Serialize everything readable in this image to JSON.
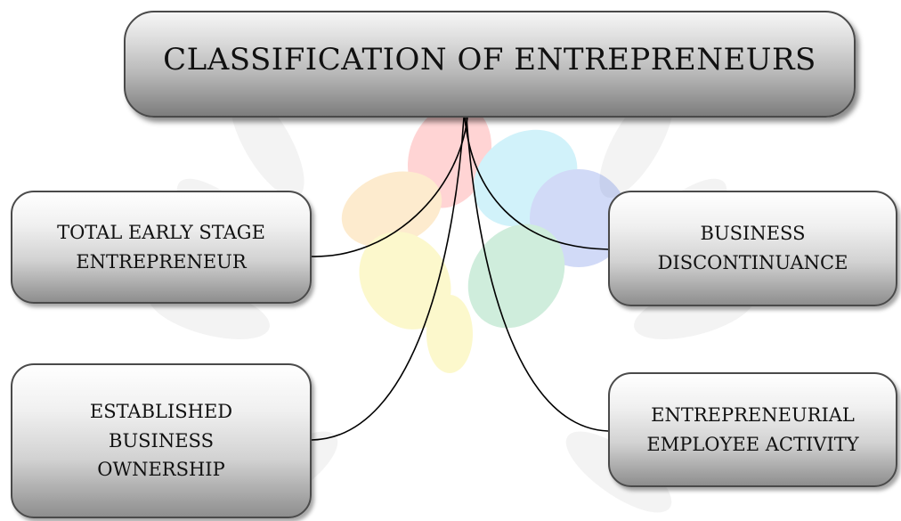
{
  "diagram": {
    "root": {
      "label": "CLASSIFICATION OF ENTREPRENEURS"
    },
    "children": [
      {
        "id": "tea",
        "line1": "TOTAL EARLY STAGE",
        "line2": "ENTREPRENEUR",
        "line3": ""
      },
      {
        "id": "bd",
        "line1": "BUSINESS",
        "line2": "DISCONTINUANCE",
        "line3": ""
      },
      {
        "id": "ebo",
        "line1": "ESTABLISHED",
        "line2": "BUSINESS",
        "line3": "OWNERSHIP"
      },
      {
        "id": "eea",
        "line1": "ENTREPRENEURIAL",
        "line2": "EMPLOYEE ACTIVITY",
        "line3": ""
      }
    ]
  },
  "colors": {
    "connector": "#000000",
    "box_border": "#4a4a4a"
  }
}
